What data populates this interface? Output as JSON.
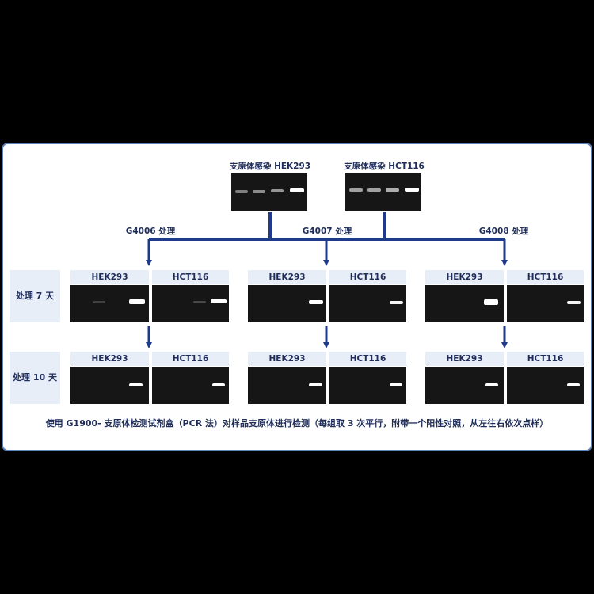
{
  "colors": {
    "line": "#1f3a8a",
    "text": "#1f2d5a",
    "label_bg": "#e8eef8",
    "border": "#5d82b8"
  },
  "infected": [
    {
      "title": "支原体感染 HEK293"
    },
    {
      "title": "支原体感染 HCT116"
    }
  ],
  "treatments": [
    {
      "label": "G4006 处理"
    },
    {
      "label": "G4007 处理"
    },
    {
      "label": "G4008 处理"
    }
  ],
  "rows": [
    {
      "label": "处理 7 天"
    },
    {
      "label": "处理 10 天"
    }
  ],
  "cell_lines": [
    "HEK293",
    "HCT116"
  ],
  "caption": "使用 G1900- 支原体检测试剂盒（PCR 法）对样品支原体进行检测（每组取 3 次平行，附带一个阳性对照，从左往右依次点样）"
}
